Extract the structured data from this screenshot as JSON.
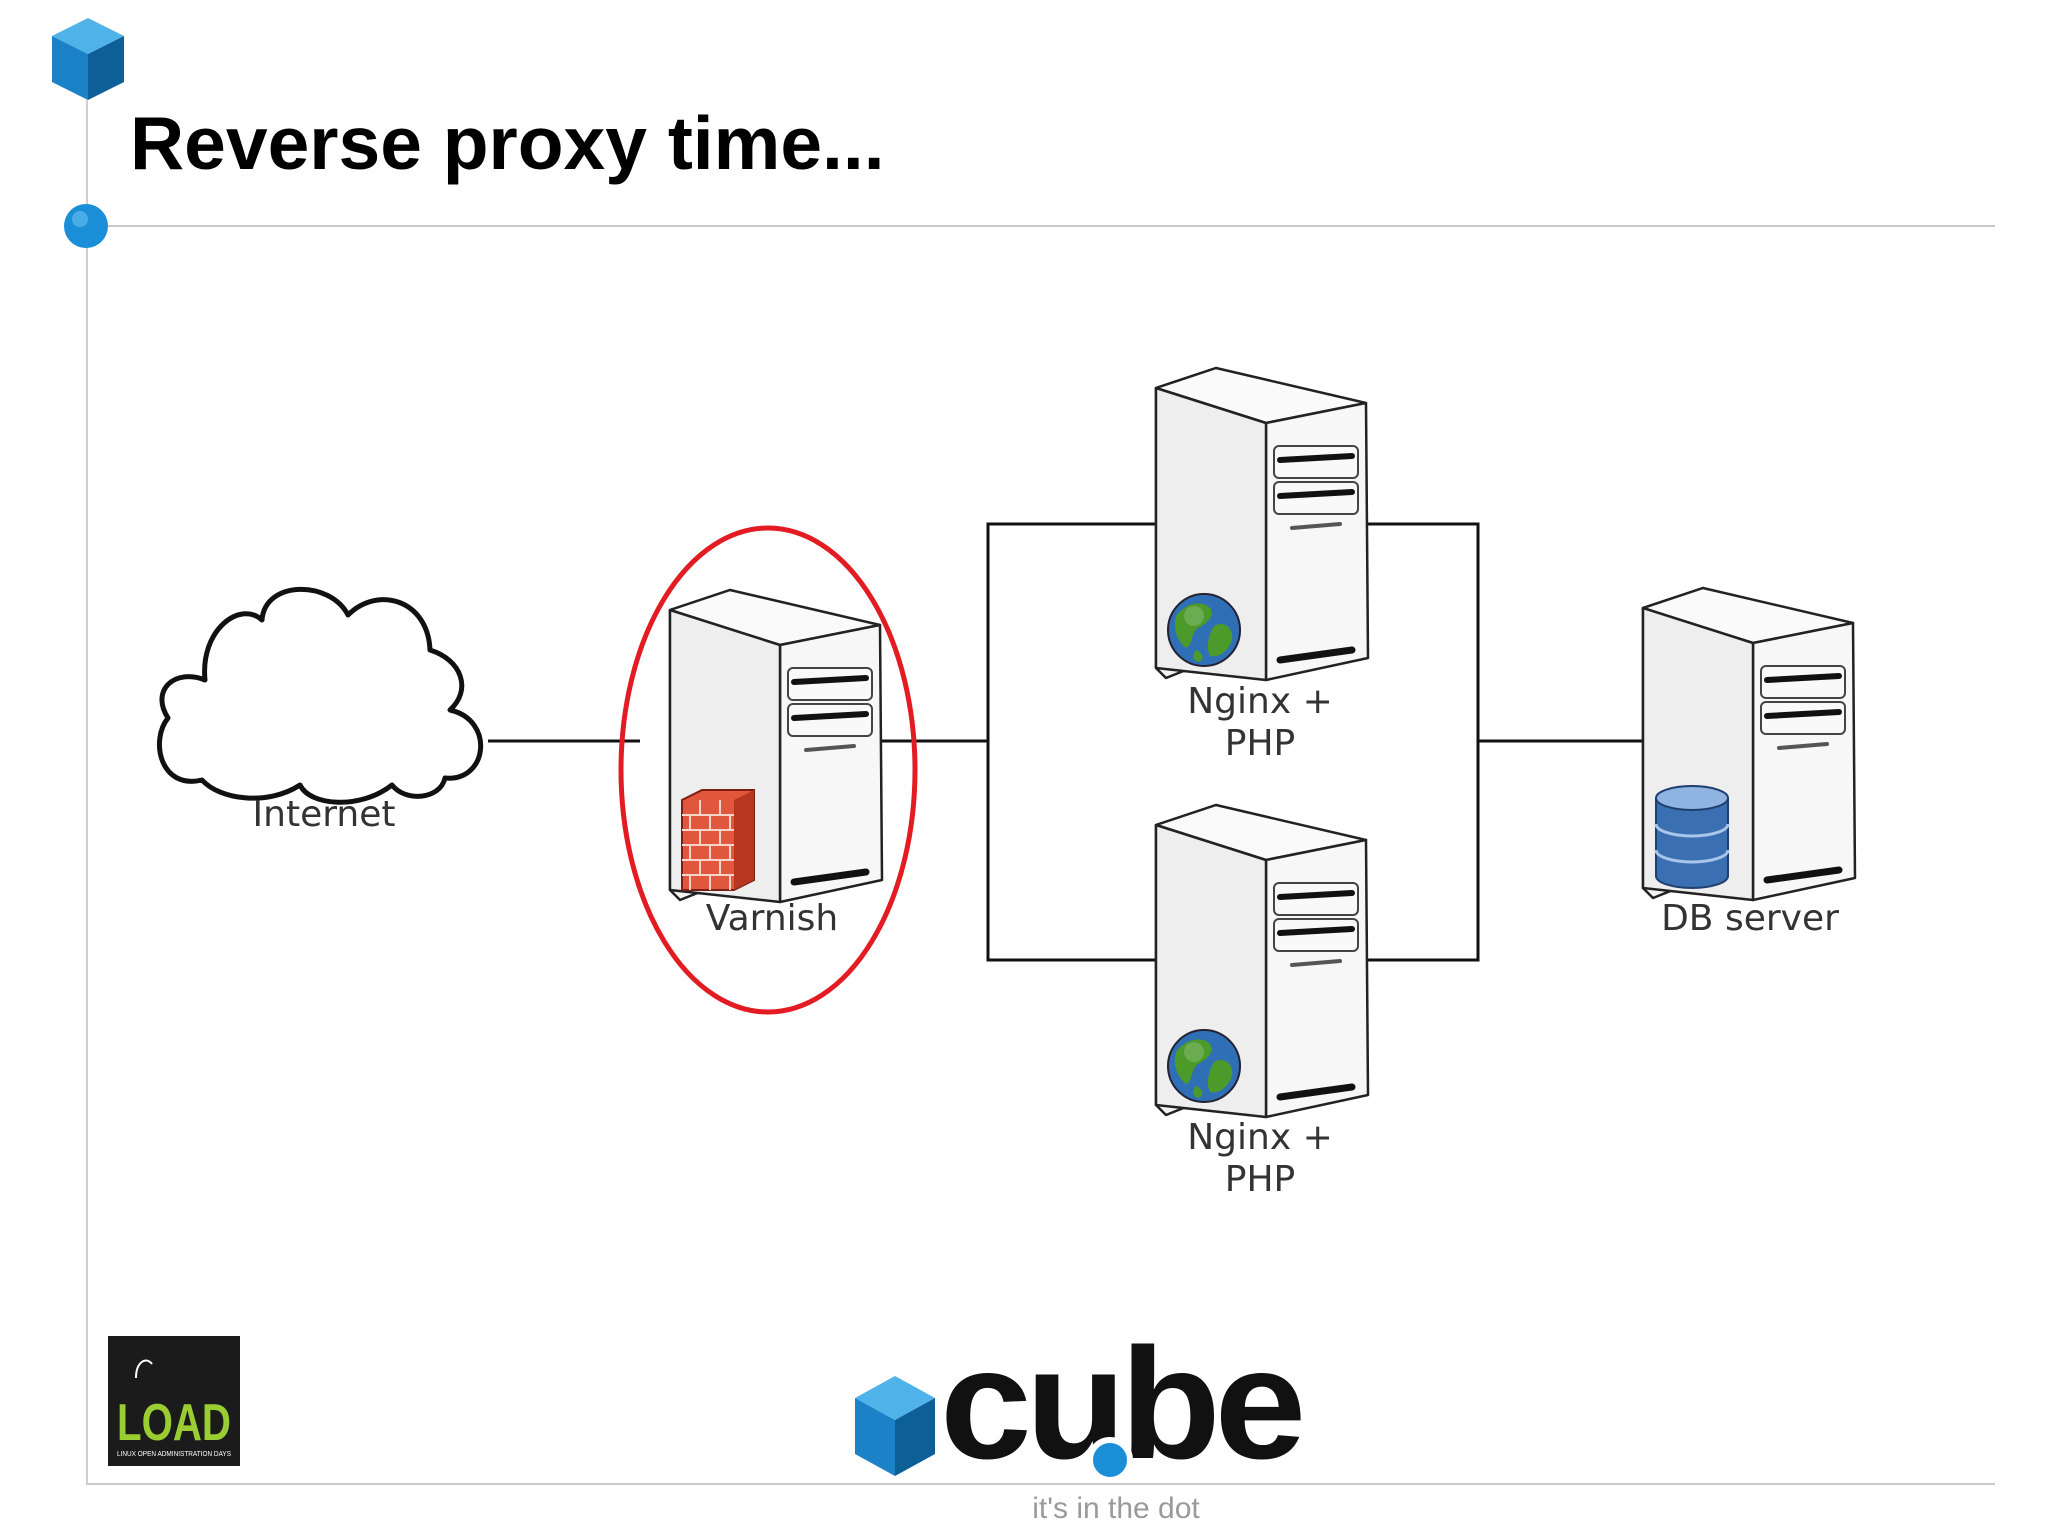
{
  "slide": {
    "title": "Reverse proxy time..."
  },
  "diagram": {
    "nodes": {
      "internet": "Internet",
      "varnish": "Varnish",
      "web_top": [
        "Nginx +",
        "PHP"
      ],
      "web_bottom": [
        "Nginx +",
        "PHP"
      ],
      "db": "DB server"
    },
    "highlight_color": "#e31c23"
  },
  "branding": {
    "company": "cube",
    "tagline": "it's in the dot",
    "event_logo": "LOAD",
    "event_logo_subtitle": "LINUX OPEN ADMINISTRATION DAYS"
  },
  "colors": {
    "accent_blue": "#1a8fd8",
    "divider": "#c8c8c8"
  }
}
